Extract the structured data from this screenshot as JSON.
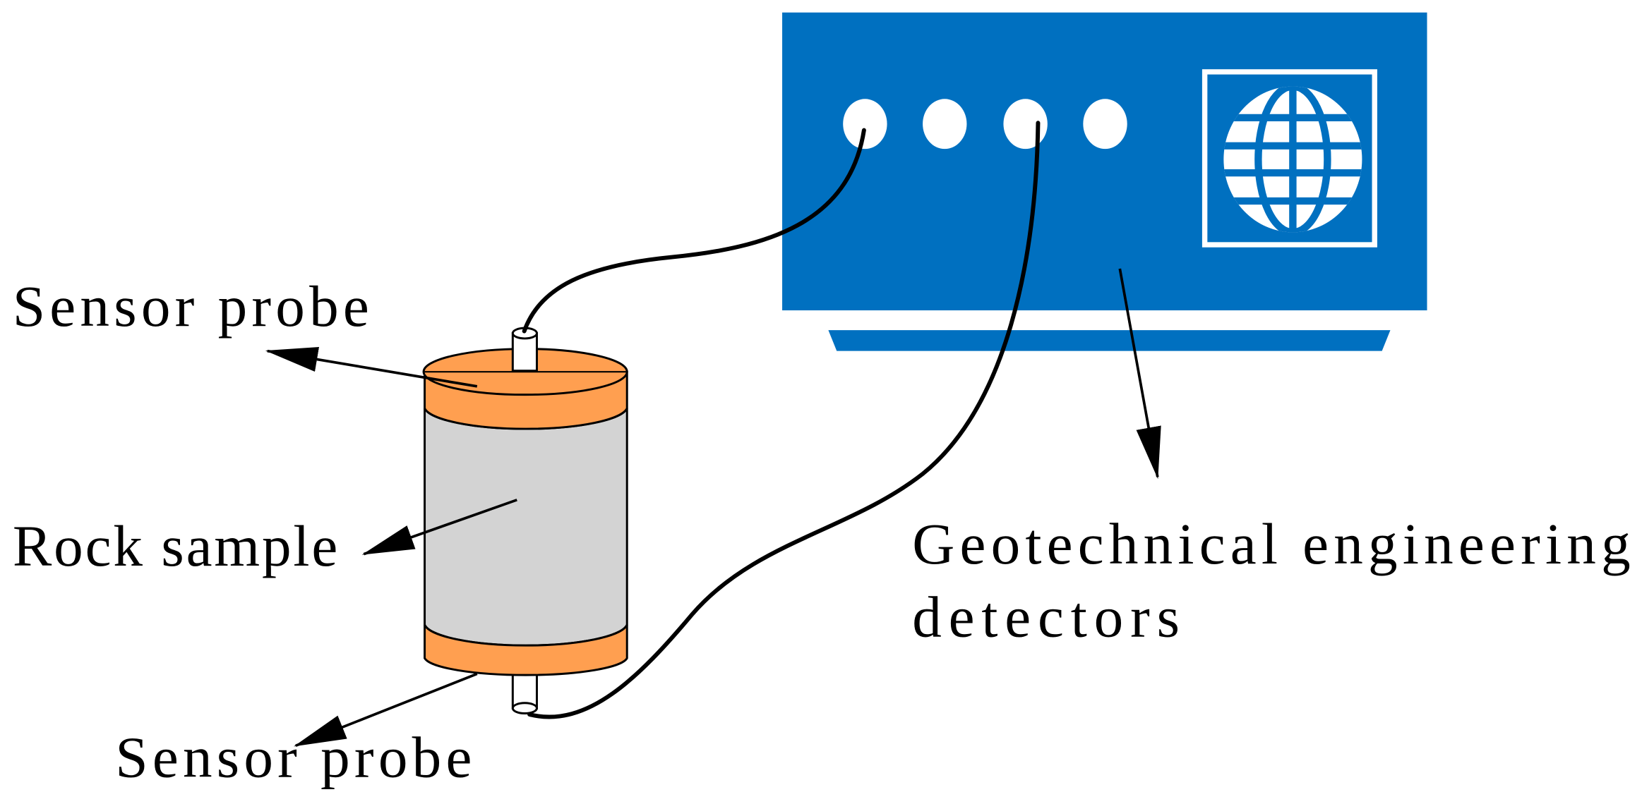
{
  "diagram": {
    "labels": {
      "sensor_probe_top": "Sensor probe",
      "rock_sample": "Rock sample",
      "sensor_probe_bottom": "Sensor probe",
      "detector_line1": "Geotechnical engineering",
      "detector_line2": "detectors"
    },
    "icons": {
      "detector_display": "globe-icon",
      "detector_ports": "port-icon"
    },
    "colors": {
      "detector_body": "#0070C0",
      "end_caps": "#FF9F50",
      "rock_body": "#D3D3D3",
      "probe": "#FFFFFF",
      "cable": "#000000"
    }
  }
}
